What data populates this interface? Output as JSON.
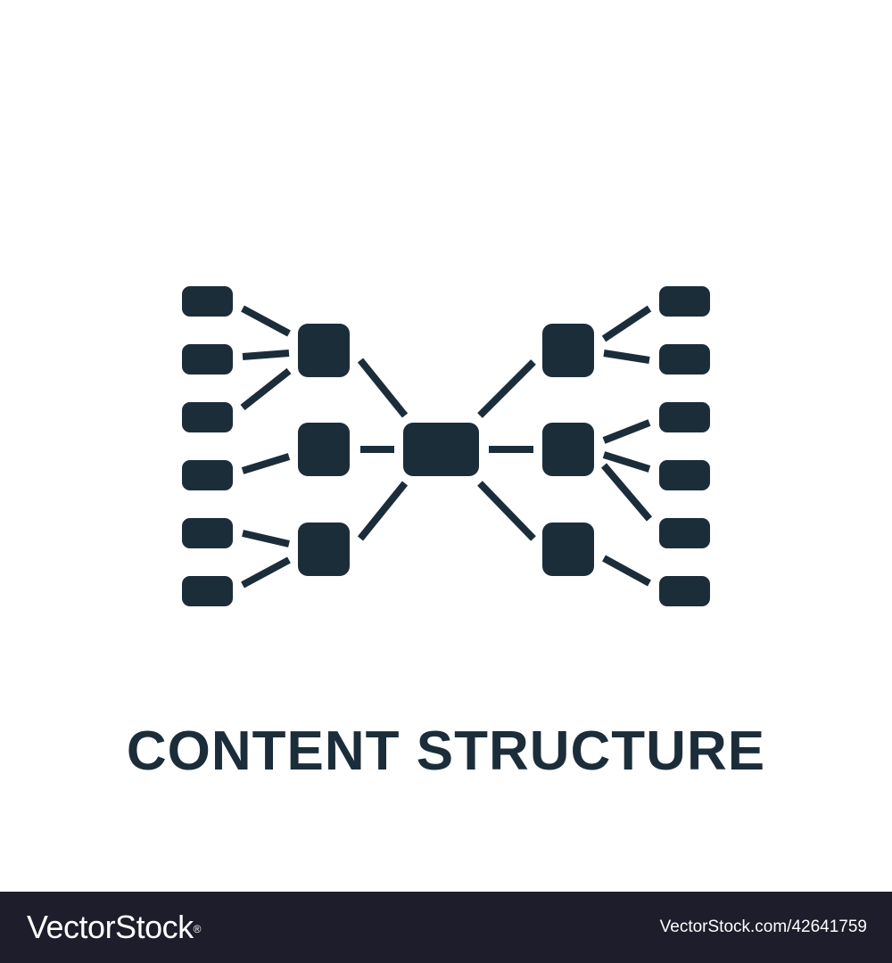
{
  "caption": "CONTENT STRUCTURE",
  "icon": {
    "name": "content-structure-icon",
    "color": "#1c2d3a"
  },
  "footer": {
    "background": "#1d1d2b",
    "brand": "VectorStock",
    "registered_mark": "®",
    "credit": "VectorStock.com/42641759"
  }
}
